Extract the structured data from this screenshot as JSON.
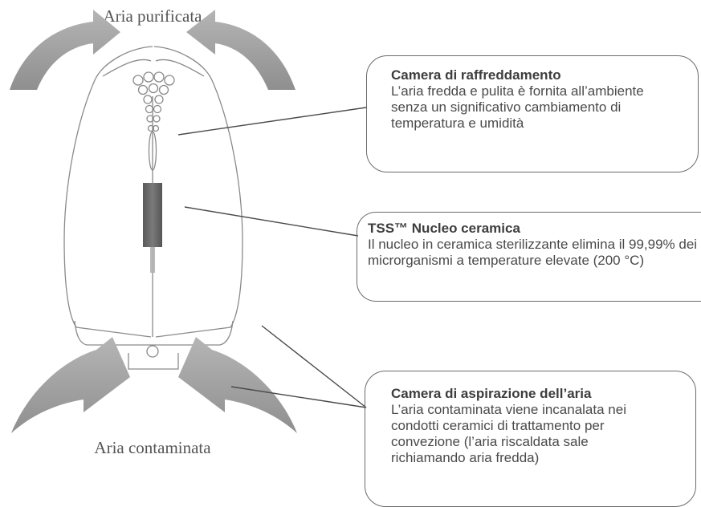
{
  "captions": {
    "top": "Aria purificata",
    "bottom": "Aria contaminata"
  },
  "callouts": {
    "cooling": {
      "title": "Camera di raffreddamento",
      "body": "L’aria fredda e pulita è fornita all’ambiente senza un significativo cambiamento di temperatura e umidità"
    },
    "core": {
      "title": "TSS™ Nucleo ceramica",
      "body": "Il nucleo in ceramica sterilizzante elimina il 99,99% dei microrganismi a temperature elevate (200 °C)"
    },
    "intake": {
      "title": "Camera di aspirazione dell’aria",
      "body": "L’aria contaminata viene incanalata nei condotti ceramici di trattamento per convezione (l’aria riscaldata sale richiamando aria fredda)"
    }
  },
  "colors": {
    "arrow": "#9e9e9e",
    "device_outline": "#8a8a8a",
    "core_bar": "#666666",
    "box_border": "#6b6b6b"
  },
  "icons": [
    "curved-arrow-out-left",
    "curved-arrow-out-right",
    "curved-arrow-in-left",
    "curved-arrow-in-right"
  ]
}
